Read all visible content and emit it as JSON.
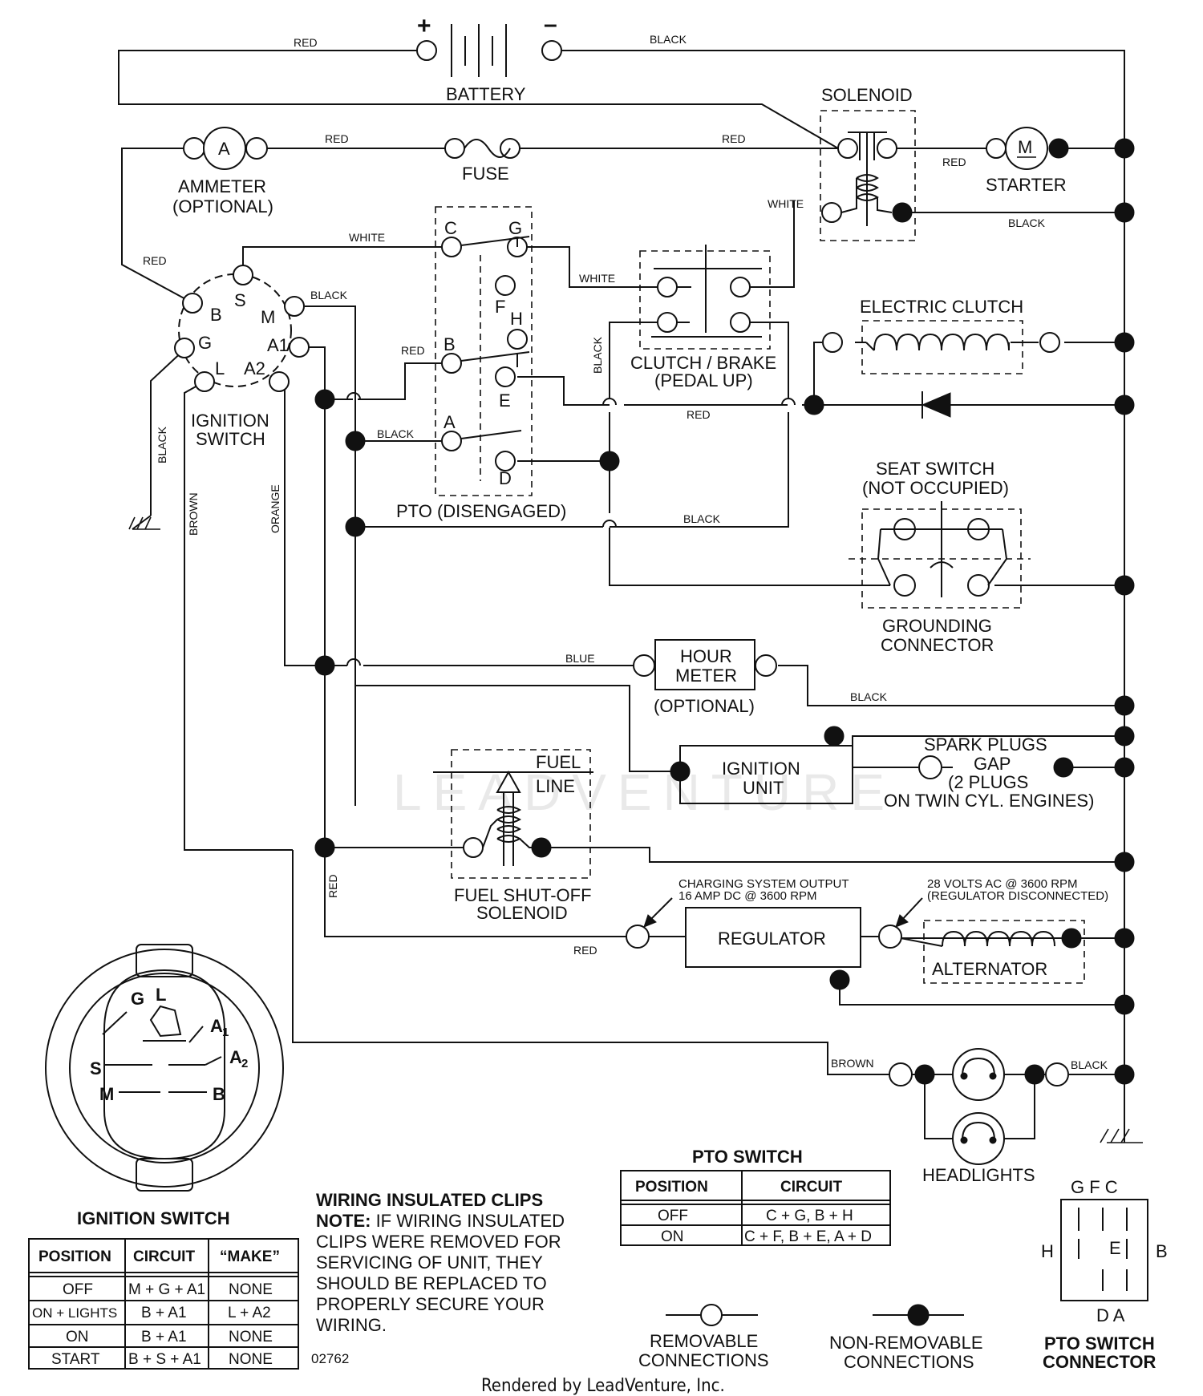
{
  "wire_colors": {
    "red": "RED",
    "black": "BLACK",
    "white": "WHITE",
    "blue": "BLUE",
    "brown": "BROWN",
    "orange": "ORANGE"
  },
  "components": {
    "battery": "BATTERY",
    "battery_plus": "+",
    "battery_minus": "–",
    "solenoid": "SOLENOID",
    "ammeter": "AMMETER",
    "ammeter_optional": "(OPTIONAL)",
    "ammeter_symbol": "A",
    "fuse": "FUSE",
    "starter": "STARTER",
    "starter_symbol": "M",
    "electric_clutch": "ELECTRIC CLUTCH",
    "clutch_brake_1": "CLUTCH / BRAKE",
    "clutch_brake_2": "(PEDAL UP)",
    "ignition_switch_1": "IGNITION",
    "ignition_switch_2": "SWITCH",
    "pto": "PTO (DISENGAGED)",
    "seat_switch_1": "SEAT SWITCH",
    "seat_switch_2": "(NOT OCCUPIED)",
    "grounding_1": "GROUNDING",
    "grounding_2": "CONNECTOR",
    "hour_meter_1": "HOUR",
    "hour_meter_2": "METER",
    "hour_meter_optional": "(OPTIONAL)",
    "ignition_unit_1": "IGNITION",
    "ignition_unit_2": "UNIT",
    "spark_1": "SPARK PLUGS",
    "spark_2": "GAP",
    "spark_3": "(2 PLUGS",
    "spark_4": "ON TWIN CYL. ENGINES)",
    "fuel_line_1": "FUEL",
    "fuel_line_2": "LINE",
    "fuel_sol_1": "FUEL SHUT-OFF",
    "fuel_sol_2": "SOLENOID",
    "charging_1": "CHARGING SYSTEM OUTPUT",
    "charging_2": "16 AMP DC @ 3600 RPM",
    "regulator": "REGULATOR",
    "ac_1": "28 VOLTS AC @ 3600 RPM",
    "ac_2": "(REGULATOR DISCONNECTED)",
    "alternator": "ALTERNATOR",
    "headlights": "HEADLIGHTS"
  },
  "ignition_terminals": [
    "B",
    "S",
    "M",
    "G",
    "A1",
    "L",
    "A2"
  ],
  "pto_terminals": [
    "C",
    "G",
    "F",
    "H",
    "B",
    "E",
    "A",
    "D"
  ],
  "ignition_connector": {
    "labels": [
      "G",
      "L",
      "A",
      "1",
      "A",
      "2",
      "S",
      "M",
      "B"
    ]
  },
  "ignition_table": {
    "title": "IGNITION SWITCH",
    "headers": [
      "POSITION",
      "CIRCUIT",
      "“MAKE”"
    ],
    "rows": [
      [
        "OFF",
        "M + G + A1",
        "NONE"
      ],
      [
        "ON + LIGHTS",
        "B + A1",
        "L + A2"
      ],
      [
        "ON",
        "B + A1",
        "NONE"
      ],
      [
        "START",
        "B + S + A1",
        "NONE"
      ]
    ]
  },
  "note": {
    "title": "WIRING INSULATED CLIPS",
    "lead": "NOTE:",
    "lines": [
      " IF WIRING INSULATED",
      "CLIPS WERE REMOVED FOR",
      "SERVICING OF UNIT, THEY",
      "SHOULD BE REPLACED TO",
      "PROPERLY SECURE YOUR",
      "WIRING."
    ]
  },
  "diagram_number": "02762",
  "pto_table": {
    "title": "PTO SWITCH",
    "headers": [
      "POSITION",
      "CIRCUIT"
    ],
    "rows": [
      [
        "OFF",
        "C + G, B + H"
      ],
      [
        "ON",
        "C + F, B + E, A + D"
      ]
    ]
  },
  "legend": {
    "removable_1": "REMOVABLE",
    "removable_2": "CONNECTIONS",
    "nonremovable_1": "NON-REMOVABLE",
    "nonremovable_2": "CONNECTIONS"
  },
  "pto_connector": {
    "top": "G  F  C",
    "left": "H",
    "right": "B",
    "center": "E",
    "bottom": "D  A",
    "title_1": "PTO SWITCH",
    "title_2": "CONNECTOR"
  },
  "watermark": "LEADVENTURE",
  "footer": "Rendered by LeadVenture, Inc."
}
